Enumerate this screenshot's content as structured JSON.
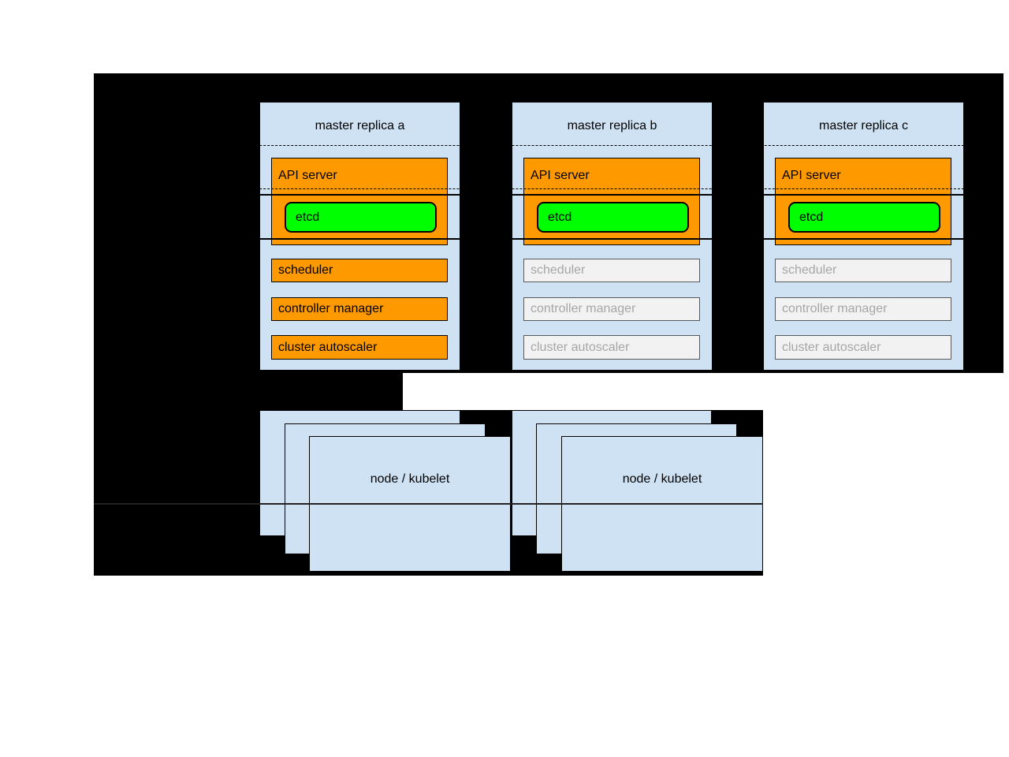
{
  "diagram": {
    "replicas": [
      {
        "title": "master replica a",
        "api_server_label": "API server",
        "etcd_label": "etcd",
        "components": [
          "scheduler",
          "controller manager",
          "cluster autoscaler"
        ],
        "state": "active"
      },
      {
        "title": "master replica b",
        "api_server_label": "API server",
        "etcd_label": "etcd",
        "components": [
          "scheduler",
          "controller manager",
          "cluster autoscaler"
        ],
        "state": "standby"
      },
      {
        "title": "master replica c",
        "api_server_label": "API server",
        "etcd_label": "etcd",
        "components": [
          "scheduler",
          "controller manager",
          "cluster autoscaler"
        ],
        "state": "standby"
      }
    ],
    "node_groups": [
      {
        "label": "node / kubelet"
      },
      {
        "label": "node / kubelet"
      }
    ],
    "colors": {
      "background_black": "#000000",
      "panel_blue": "#cfe2f3",
      "active_orange": "#ff9900",
      "etcd_green": "#00ff00",
      "standby_fill": "#f2f2f2",
      "standby_text": "#a6a6a6",
      "standby_border": "#595959"
    }
  }
}
